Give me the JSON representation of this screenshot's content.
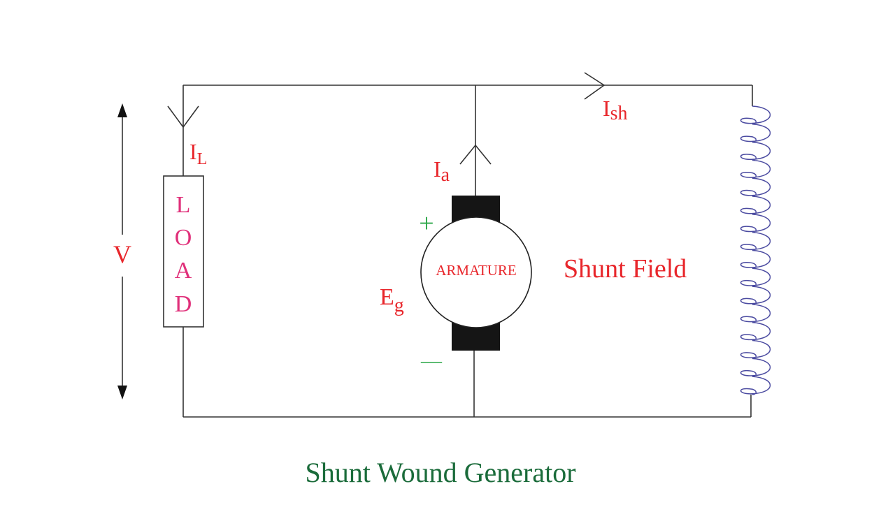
{
  "title": "Shunt Wound Generator",
  "load_letters": [
    "L",
    "O",
    "A",
    "D"
  ],
  "armature_label": "ARMATURE",
  "shunt_field_label": "Shunt Field",
  "voltage_label": "V",
  "currents": {
    "load": {
      "main": "I",
      "sub": "L"
    },
    "armature": {
      "main": "I",
      "sub": "a"
    },
    "shunt": {
      "main": "I",
      "sub": "sh"
    }
  },
  "emf": {
    "main": "E",
    "sub": "g"
  },
  "polarity": {
    "plus": "+",
    "minus": "—"
  },
  "colors": {
    "label_red": "#e8262b",
    "load_pink": "#e0307a",
    "polarity_green": "#2ea84a",
    "title_green": "#1a6b3a",
    "coil_blue": "#4a4aa0",
    "wire": "#333333"
  }
}
